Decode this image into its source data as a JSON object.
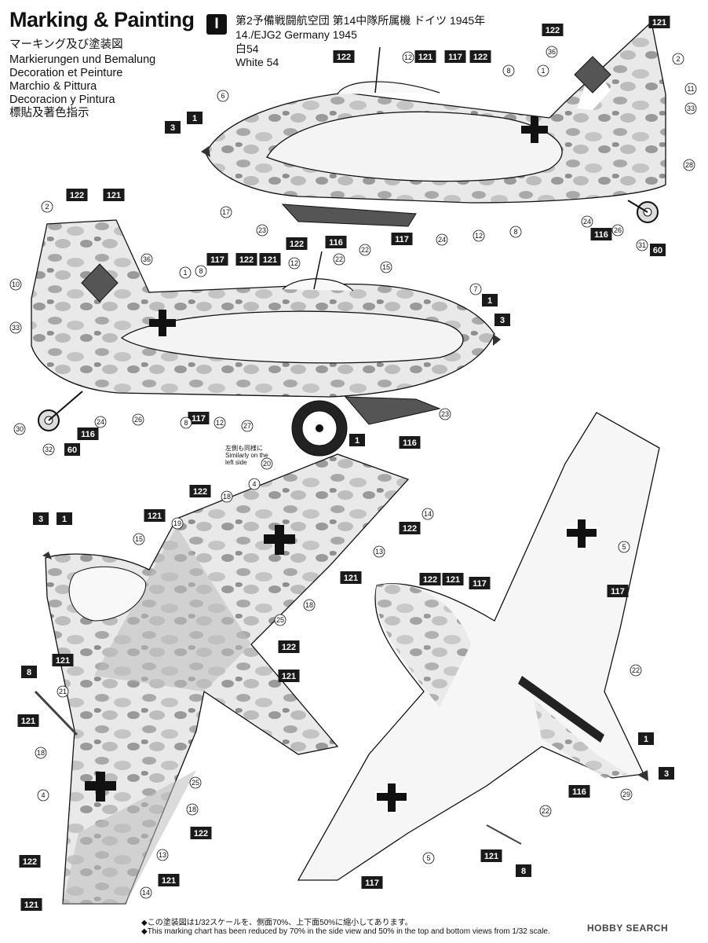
{
  "page": {
    "title": "Marking & Painting",
    "languages": [
      "マーキング及び塗装図",
      "Markierungen und Bemalung",
      "Decoration et Peinture",
      "Marchio & Pittura",
      "Decoracion y Pintura",
      "標貼及著色指示"
    ]
  },
  "scheme": {
    "number": "I",
    "line1": "第2予備戦闘航空団 第14中隊所属機 ドイツ 1945年",
    "line2": "14./EJG2 Germany 1945",
    "line3": "白54",
    "line4": "White 54"
  },
  "side_note": {
    "line1": "左側も同様に",
    "line2": "Similarly on the",
    "line3": "left side"
  },
  "footer": {
    "note_jp": "◆この塗装図は1/32スケールを、側面70%、上下面50%に縮小してあります。",
    "note_en": "◆This marking chart has been reduced by 70% in the side view and 50% in the top and bottom views from 1/32 scale.",
    "logo": "HOBBY SEARCH"
  },
  "colors": {
    "box": "#1a1a1a",
    "camo_light": "#d6d6d6",
    "camo_mid": "#a9a9a9",
    "camo_dark": "#8a8a8a",
    "gray_band": "#bdbdbd",
    "line": "#111111"
  },
  "views": {
    "right_side": {
      "boxes": [
        "121",
        "122",
        "122",
        "121",
        "117",
        "122",
        "3",
        "1",
        "116",
        "117",
        "60"
      ],
      "circles": [
        "36",
        "2",
        "11",
        "33",
        "12",
        "8",
        "1",
        "6",
        "17",
        "23",
        "22",
        "24",
        "12",
        "8",
        "24",
        "26",
        "31",
        "28"
      ]
    },
    "left_side": {
      "boxes": [
        "122",
        "121",
        "117",
        "122",
        "121",
        "122",
        "116",
        "1",
        "3",
        "116",
        "60",
        "117",
        "1",
        "116"
      ],
      "circles": [
        "2",
        "36",
        "10",
        "33",
        "1",
        "8",
        "12",
        "22",
        "15",
        "7",
        "24",
        "26",
        "8",
        "12",
        "27",
        "23",
        "30",
        "32",
        "20"
      ]
    },
    "top": {
      "boxes": [
        "122",
        "3",
        "1",
        "121",
        "122",
        "121",
        "122",
        "121",
        "8",
        "121",
        "121",
        "122",
        "122",
        "121",
        "121"
      ],
      "circles": [
        "18",
        "4",
        "14",
        "19",
        "15",
        "13",
        "18",
        "25",
        "21",
        "18",
        "25",
        "18",
        "4",
        "13",
        "14"
      ]
    },
    "bottom": {
      "boxes": [
        "122",
        "121",
        "117",
        "117",
        "1",
        "3",
        "116",
        "121",
        "8",
        "117"
      ],
      "circles": [
        "5",
        "22",
        "22",
        "29",
        "5"
      ]
    }
  }
}
